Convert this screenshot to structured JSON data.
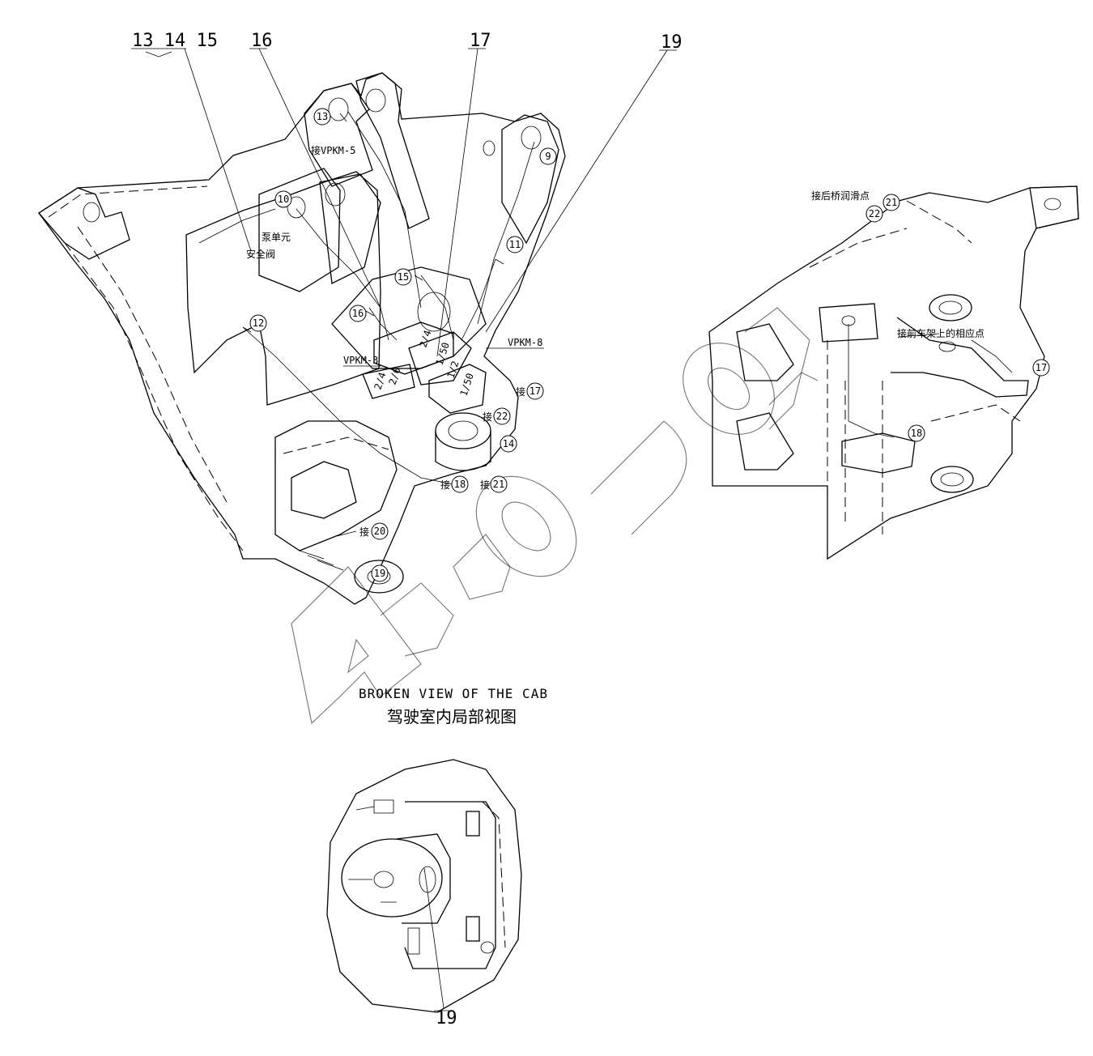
{
  "leaders": {
    "l13_14_15": "13 14 15",
    "l16": "16",
    "l17": "17",
    "l19_top": "19",
    "l19_bottom": "19"
  },
  "bubbles": {
    "b9": "9",
    "b10": "10",
    "b11": "11",
    "b12": "12",
    "b13": "13",
    "b14": "14",
    "b15": "15",
    "b16": "16",
    "b17": "17",
    "b18": "18",
    "b19": "19",
    "b20": "20",
    "b21": "21",
    "b22": "22",
    "r17": "17",
    "r18": "18",
    "r21": "21",
    "r22": "22"
  },
  "labels": {
    "jie": "接",
    "vpkm5": "接VPKM-5",
    "vpkm3": "VPKM-3",
    "vpkm8": "VPKM-8",
    "pump_unit": "泵单元",
    "safety_valve": "安全阀",
    "rear_axle": "接后桥润滑点",
    "front_frame": "接前车架上的相应点"
  },
  "valve_block_text": {
    "v1": "2/4",
    "v2": "2/4",
    "v3": "2/6",
    "v4": "1/2",
    "v5": "1/50",
    "v6": "1/50"
  },
  "caption": {
    "en": "BROKEN  VIEW OF THE CAB",
    "cn": "驾驶室内局部视图"
  },
  "watermark": "AutoSoft"
}
